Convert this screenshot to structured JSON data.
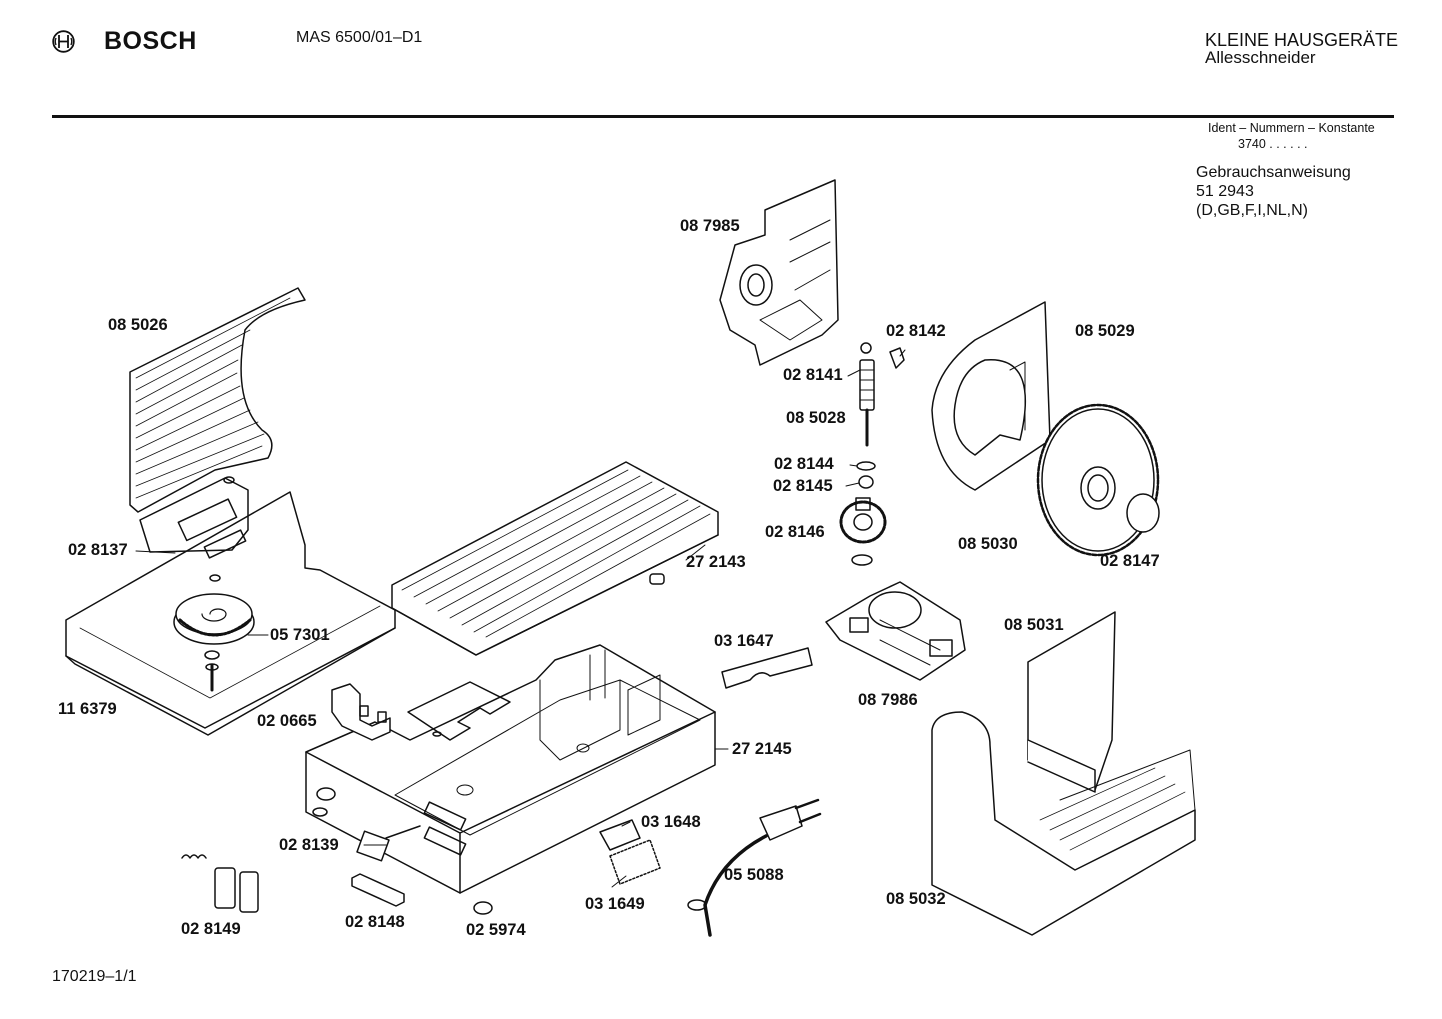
{
  "header": {
    "brand": "BOSCH",
    "model": "MAS  6500/01–D1",
    "category_line1": "KLEINE HAUSGERÄTE",
    "category_line2": "Allesschneider",
    "logo_icon": "bosch-armature-logo"
  },
  "ident": {
    "label": "Ident – Nummern – Konstante",
    "value": "3740  .  .  .  .  .  ."
  },
  "manual": {
    "title": "Gebrauchsanweisung",
    "number": "51 2943",
    "languages": "(D,GB,F,I,NL,N)"
  },
  "parts": [
    {
      "id": "08 7985"
    },
    {
      "id": "08 5026"
    },
    {
      "id": "02 8142"
    },
    {
      "id": "08 5029"
    },
    {
      "id": "02 8141"
    },
    {
      "id": "08 5028"
    },
    {
      "id": "02 8144"
    },
    {
      "id": "02 8145"
    },
    {
      "id": "02 8146"
    },
    {
      "id": "08 5030"
    },
    {
      "id": "02 8147"
    },
    {
      "id": "02 8137"
    },
    {
      "id": "27 2143"
    },
    {
      "id": "05 7301"
    },
    {
      "id": "08 5031"
    },
    {
      "id": "03 1647"
    },
    {
      "id": "11 6379"
    },
    {
      "id": "08 7986"
    },
    {
      "id": "02 0665"
    },
    {
      "id": "27 2145"
    },
    {
      "id": "03 1648"
    },
    {
      "id": "02 8139"
    },
    {
      "id": "05 5088"
    },
    {
      "id": "03 1649"
    },
    {
      "id": "08 5032"
    },
    {
      "id": "02 8149"
    },
    {
      "id": "02 8148"
    },
    {
      "id": "02 5974"
    }
  ],
  "footer": "170219–1/1"
}
